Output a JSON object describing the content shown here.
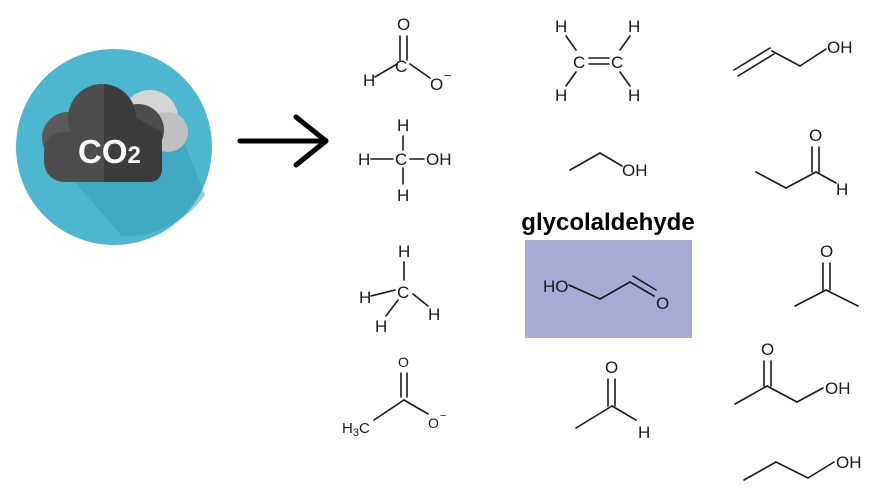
{
  "source": {
    "label_main": "CO",
    "label_sub": "2",
    "icon": "cloud-icon",
    "circle_color": "#4cb6cf",
    "cloud_color": "#4a4a4a"
  },
  "arrow": {
    "icon": "arrow-right-icon"
  },
  "highlight": {
    "label": "glycolaldehyde",
    "box_color": "#a9a9d6"
  },
  "atoms": {
    "O": "O",
    "H": "H",
    "OH": "OH",
    "HO": "HO",
    "C": "C",
    "O_minus": "O",
    "charge": "−",
    "H3C_base": "H",
    "H3C_sub": "3",
    "H3C_tail": "C"
  }
}
